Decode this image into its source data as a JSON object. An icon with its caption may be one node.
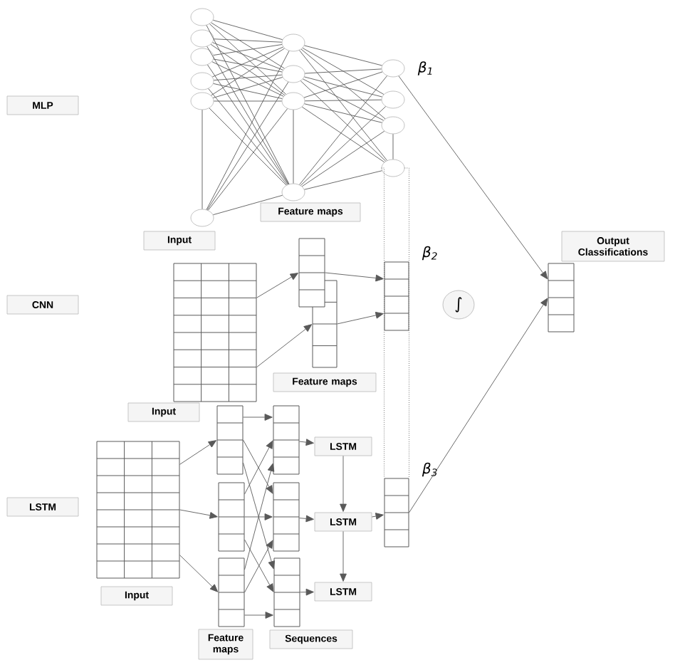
{
  "diagram": {
    "nodes": [
      {
        "text": [
          "MLP"
        ]
      },
      {
        "text": [
          "CNN"
        ]
      },
      {
        "text": [
          "LSTM"
        ]
      },
      {
        "text": [],
        "shape": "circle"
      },
      {
        "text": [],
        "shape": "circle"
      },
      {
        "text": [],
        "shape": "circle"
      },
      {
        "text": [],
        "shape": "circle"
      },
      {
        "text": [],
        "shape": "circle"
      },
      {
        "text": [],
        "shape": "circle"
      },
      {
        "text": [],
        "shape": "circle"
      },
      {
        "text": [],
        "shape": "circle"
      },
      {
        "text": [],
        "shape": "circle"
      },
      {
        "text": [],
        "shape": "circle"
      },
      {
        "text": [],
        "shape": "circle",
        "beside": [
          "β$_{1}$"
        ]
      },
      {
        "text": [],
        "shape": "circle"
      },
      {
        "text": [],
        "shape": "circle"
      },
      {
        "text": [],
        "shape": "circle"
      },
      {
        "text": [
          "Input"
        ]
      },
      {
        "text": [
          "Feature maps"
        ]
      },
      {
        "text": [],
        "shape": "grid"
      },
      {
        "text": [],
        "shape": "column"
      },
      {
        "text": [],
        "shape": "column"
      },
      {
        "text": [],
        "shape": "column",
        "beside": [
          "β$_{2}$"
        ]
      },
      {
        "text": [
          "Feature maps"
        ]
      },
      {
        "text": [
          "Input"
        ]
      },
      {
        "text": [],
        "shape": "grid"
      },
      {
        "text": [],
        "shape": "column"
      },
      {
        "text": [],
        "shape": "column"
      },
      {
        "text": [],
        "shape": "column"
      },
      {
        "text": [],
        "shape": "column"
      },
      {
        "text": [],
        "shape": "column"
      },
      {
        "text": [],
        "shape": "column"
      },
      {
        "text": [
          "LSTM"
        ]
      },
      {
        "text": [
          "LSTM"
        ]
      },
      {
        "text": [
          "LSTM"
        ]
      },
      {
        "text": [],
        "shape": "column",
        "beside": [
          "β$_{3}$"
        ]
      },
      {
        "text": [
          "Input"
        ]
      },
      {
        "text": [
          "Feature maps"
        ]
      },
      {
        "text": [
          "Sequences"
        ]
      },
      {
        "text": [
          "∫"
        ]
      },
      {
        "text": [],
        "shape": "column"
      },
      {
        "text": [
          "Output Classifications"
        ]
      }
    ],
    "edges": [
      {
        "from": 3,
        "to": 9,
        "arrow": "none"
      },
      {
        "from": 3,
        "to": 10,
        "arrow": "none"
      },
      {
        "from": 3,
        "to": 11,
        "arrow": "none"
      },
      {
        "from": 3,
        "to": 12,
        "arrow": "none"
      },
      {
        "from": 4,
        "to": 9,
        "arrow": "none"
      },
      {
        "from": 4,
        "to": 10,
        "arrow": "none"
      },
      {
        "from": 4,
        "to": 11,
        "arrow": "none"
      },
      {
        "from": 4,
        "to": 12,
        "arrow": "none"
      },
      {
        "from": 5,
        "to": 9,
        "arrow": "none"
      },
      {
        "from": 5,
        "to": 10,
        "arrow": "none"
      },
      {
        "from": 5,
        "to": 11,
        "arrow": "none"
      },
      {
        "from": 5,
        "to": 12,
        "arrow": "none"
      },
      {
        "from": 6,
        "to": 9,
        "arrow": "none"
      },
      {
        "from": 6,
        "to": 10,
        "arrow": "none"
      },
      {
        "from": 6,
        "to": 11,
        "arrow": "none"
      },
      {
        "from": 6,
        "to": 12,
        "arrow": "none"
      },
      {
        "from": 7,
        "to": 9,
        "arrow": "none"
      },
      {
        "from": 7,
        "to": 10,
        "arrow": "none"
      },
      {
        "from": 7,
        "to": 11,
        "arrow": "none"
      },
      {
        "from": 7,
        "to": 12,
        "arrow": "none"
      },
      {
        "from": 8,
        "to": 9,
        "arrow": "none"
      },
      {
        "from": 8,
        "to": 10,
        "arrow": "none"
      },
      {
        "from": 8,
        "to": 11,
        "arrow": "none"
      },
      {
        "from": 8,
        "to": 12,
        "arrow": "none"
      },
      {
        "from": 9,
        "to": 13,
        "arrow": "none"
      },
      {
        "from": 9,
        "to": 14,
        "arrow": "none"
      },
      {
        "from": 9,
        "to": 15,
        "arrow": "none"
      },
      {
        "from": 9,
        "to": 16,
        "arrow": "none"
      },
      {
        "from": 10,
        "to": 13,
        "arrow": "none"
      },
      {
        "from": 10,
        "to": 14,
        "arrow": "none"
      },
      {
        "from": 10,
        "to": 15,
        "arrow": "none"
      },
      {
        "from": 10,
        "to": 16,
        "arrow": "none"
      },
      {
        "from": 11,
        "to": 13,
        "arrow": "none"
      },
      {
        "from": 11,
        "to": 14,
        "arrow": "none"
      },
      {
        "from": 11,
        "to": 15,
        "arrow": "none"
      },
      {
        "from": 11,
        "to": 16,
        "arrow": "none"
      },
      {
        "from": 12,
        "to": 13,
        "arrow": "none"
      },
      {
        "from": 12,
        "to": 14,
        "arrow": "none"
      },
      {
        "from": 12,
        "to": 15,
        "arrow": "none"
      },
      {
        "from": 12,
        "to": 16,
        "arrow": "none"
      },
      {
        "from": 19,
        "to": 20,
        "arrow": "to"
      },
      {
        "from": 19,
        "to": 21,
        "arrow": "to"
      },
      {
        "from": 20,
        "to": 22,
        "arrow": "to"
      },
      {
        "from": 21,
        "to": 22,
        "arrow": "to"
      },
      {
        "from": 25,
        "to": 26,
        "arrow": "to"
      },
      {
        "from": 25,
        "to": 27,
        "arrow": "to"
      },
      {
        "from": 25,
        "to": 28,
        "arrow": "to"
      },
      {
        "from": 26,
        "to": 29,
        "arrow": "to"
      },
      {
        "from": 26,
        "to": 30,
        "arrow": "to"
      },
      {
        "from": 26,
        "to": 31,
        "arrow": "to"
      },
      {
        "from": 27,
        "to": 29,
        "arrow": "to"
      },
      {
        "from": 27,
        "to": 30,
        "arrow": "to"
      },
      {
        "from": 27,
        "to": 31,
        "arrow": "to"
      },
      {
        "from": 28,
        "to": 29,
        "arrow": "to"
      },
      {
        "from": 28,
        "to": 30,
        "arrow": "to"
      },
      {
        "from": 28,
        "to": 31,
        "arrow": "to"
      },
      {
        "from": 29,
        "to": 32,
        "arrow": "to"
      },
      {
        "from": 30,
        "to": 33,
        "arrow": "to"
      },
      {
        "from": 31,
        "to": 34,
        "arrow": "to"
      },
      {
        "from": 32,
        "to": 33,
        "arrow": "to"
      },
      {
        "from": 33,
        "to": 34,
        "arrow": "to"
      },
      {
        "from": 33,
        "to": 35,
        "arrow": "to"
      },
      {
        "from": 13,
        "to": 40,
        "arrow": "to"
      },
      {
        "from": 35,
        "to": 40,
        "arrow": "to"
      },
      {
        "from": 7,
        "to": 8,
        "arrow": "none"
      },
      {
        "from": 11,
        "to": 12,
        "arrow": "none"
      },
      {
        "from": 15,
        "to": 16,
        "arrow": "none"
      },
      {
        "from": 16,
        "to": 35,
        "arrow": "none",
        "style": "dashed"
      },
      {
        "from": 16,
        "to": 35,
        "arrow": "none",
        "style": "dashed"
      }
    ]
  }
}
